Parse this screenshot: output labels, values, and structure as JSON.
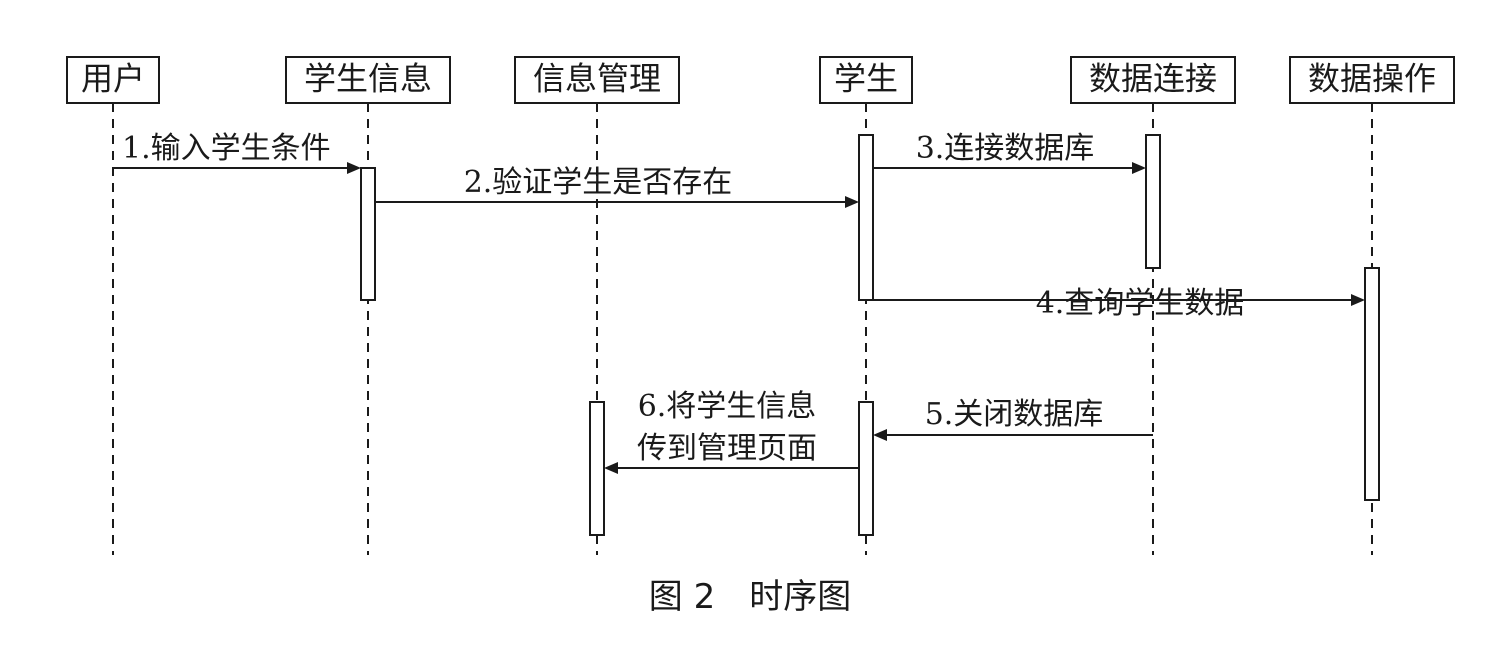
{
  "diagram": {
    "participants": [
      {
        "id": "user",
        "label": "用户"
      },
      {
        "id": "student_info",
        "label": "学生信息"
      },
      {
        "id": "info_mgmt",
        "label": "信息管理"
      },
      {
        "id": "student",
        "label": "学生"
      },
      {
        "id": "db_conn",
        "label": "数据连接"
      },
      {
        "id": "db_op",
        "label": "数据操作"
      }
    ],
    "messages": [
      {
        "from": "user",
        "to": "student_info",
        "lines": [
          "1.输入学生条件"
        ]
      },
      {
        "from": "student_info",
        "to": "student",
        "lines": [
          "2.验证学生是否存在"
        ]
      },
      {
        "from": "student",
        "to": "db_conn",
        "lines": [
          "3.连接数据库"
        ]
      },
      {
        "from": "student",
        "to": "db_op",
        "lines": [
          "4.查询学生数据"
        ]
      },
      {
        "from": "db_conn",
        "to": "student",
        "lines": [
          "5.关闭数据库"
        ]
      },
      {
        "from": "student",
        "to": "info_mgmt",
        "lines": [
          "6.将学生信息",
          "传到管理页面"
        ]
      }
    ],
    "caption": "图 2　时序图"
  }
}
